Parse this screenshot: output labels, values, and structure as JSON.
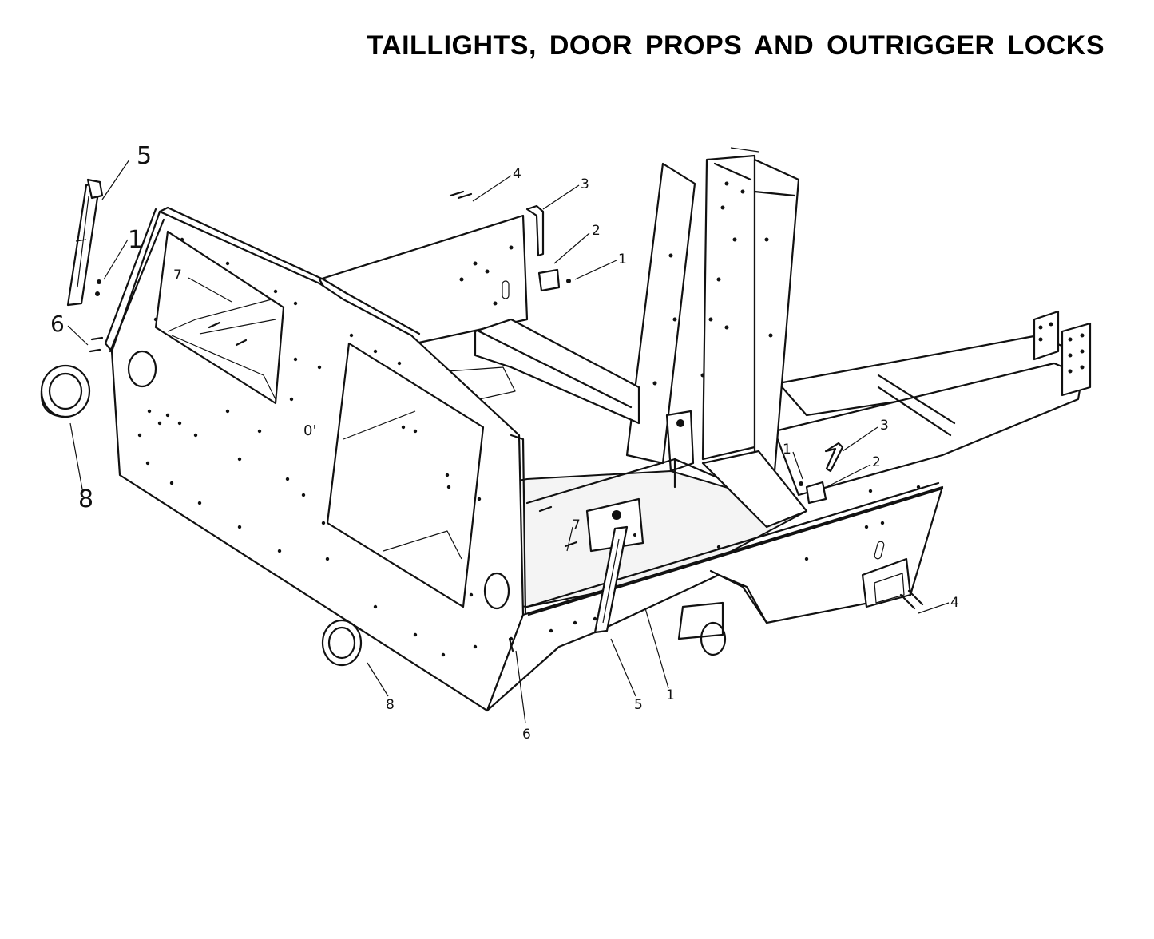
{
  "title": "TAILLIGHTS, DOOR PROPS AND OUTRIGGER LOCKS",
  "callouts": {
    "c5_top": "5",
    "c1_left": "1",
    "c7_left": "7",
    "c6_left": "6",
    "c8_left": "8",
    "c4_top": "4",
    "c3_top": "3",
    "c2_top": "2",
    "c1_top": "1",
    "c3_right": "3",
    "c2_right": "2",
    "c1_right": "1",
    "c4_right": "4",
    "c7_center": "7",
    "c5_bottom": "5",
    "c1_bottom": "1",
    "c8_bottom": "8",
    "c6_bottom": "6"
  },
  "frame_mark": "0'"
}
